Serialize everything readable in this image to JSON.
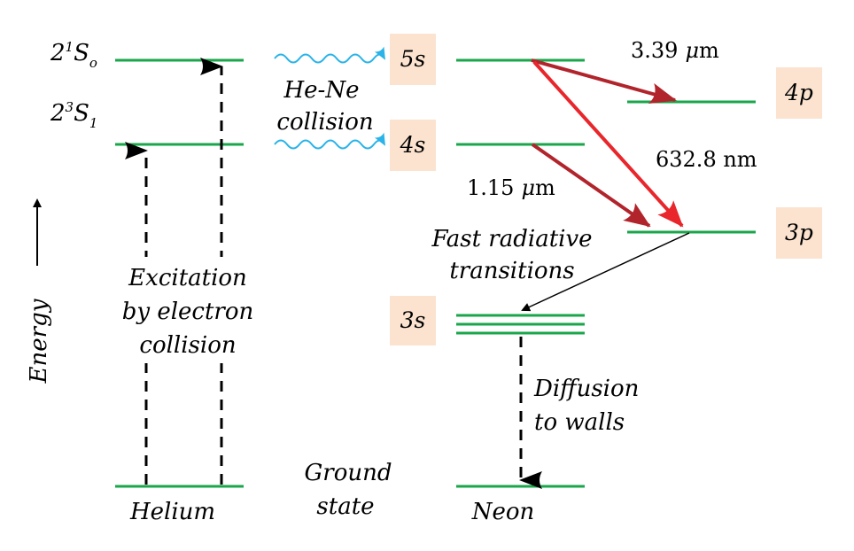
{
  "colors": {
    "level_line": "#1aa64a",
    "label_box": "#fbe3cf",
    "collision_wave": "#29b3e8",
    "transition_dark_red": "#b2242c",
    "transition_bright_red": "#e8262b",
    "arrow_black": "#000000"
  },
  "helium": {
    "label": "Helium",
    "state_upper_base": "2",
    "state_upper_sup": "1",
    "state_upper_letter": "S",
    "state_upper_sub": "o",
    "state_lower_base": "2",
    "state_lower_sup": "3",
    "state_lower_letter": "S",
    "state_lower_sub": "1",
    "excitation_line1": "Excitation",
    "excitation_line2": "by electron",
    "excitation_line3": "collision"
  },
  "collision": {
    "line1": "He-Ne",
    "line2": "collision"
  },
  "ground_state": {
    "line1": "Ground",
    "line2": "state"
  },
  "energy_axis": {
    "label": "Energy"
  },
  "neon": {
    "label": "Neon",
    "levels": {
      "l5s": "5s",
      "l4s": "4s",
      "l4p": "4p",
      "l3p": "3p",
      "l3s": "3s"
    },
    "wavelengths": {
      "w339_value": "3.39",
      "w339_unit": "m",
      "w339_mu": "μ",
      "w6328": "632.8 nm",
      "w115_value": "1.15",
      "w115_unit": "m",
      "w115_mu": "μ"
    },
    "fast_line1": "Fast radiative",
    "fast_line2": "transitions",
    "diffusion_line1": "Diffusion",
    "diffusion_line2": "to walls"
  }
}
